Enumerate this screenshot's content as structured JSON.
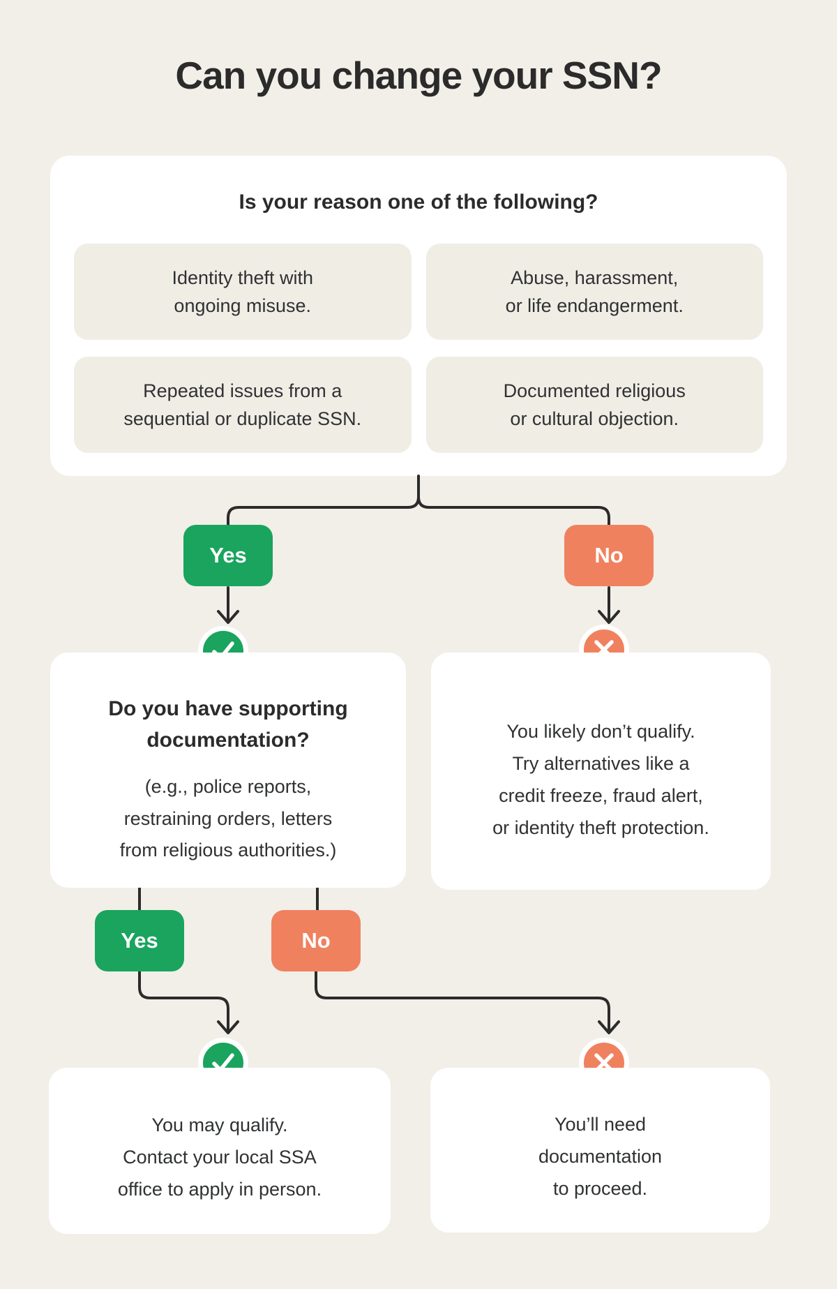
{
  "title": "Can you change your SSN?",
  "colors": {
    "bg": "#F2EFE8",
    "card": "#FFFFFF",
    "chip": "#F0EDE5",
    "green": "#1AA45E",
    "salmon": "#F0815F",
    "line": "#2B2B2B",
    "text": "#2F3133"
  },
  "flow": {
    "q1": {
      "heading": "Is your reason one of the following?",
      "reasons": [
        "Identity theft with\nongoing misuse.",
        "Abuse, harassment,\nor life endangerment.",
        "Repeated issues from a\nsequential or duplicate SSN.",
        "Documented religious\nor cultural objection."
      ]
    },
    "branch1": {
      "yes": "Yes",
      "no": "No"
    },
    "q2": {
      "heading": "Do you have supporting\ndocumentation?",
      "examples": "(e.g., police reports,\nrestraining orders, letters\nfrom religious authorities.)"
    },
    "outcome_no1": "You likely don’t qualify.\nTry alternatives like a\ncredit freeze, fraud alert,\nor identity theft protection.",
    "branch2": {
      "yes": "Yes",
      "no": "No"
    },
    "outcome_yes": "You may qualify.\nContact your local SSA\noffice to apply in person.",
    "outcome_no2": "You’ll need\ndocumentation\nto proceed."
  }
}
